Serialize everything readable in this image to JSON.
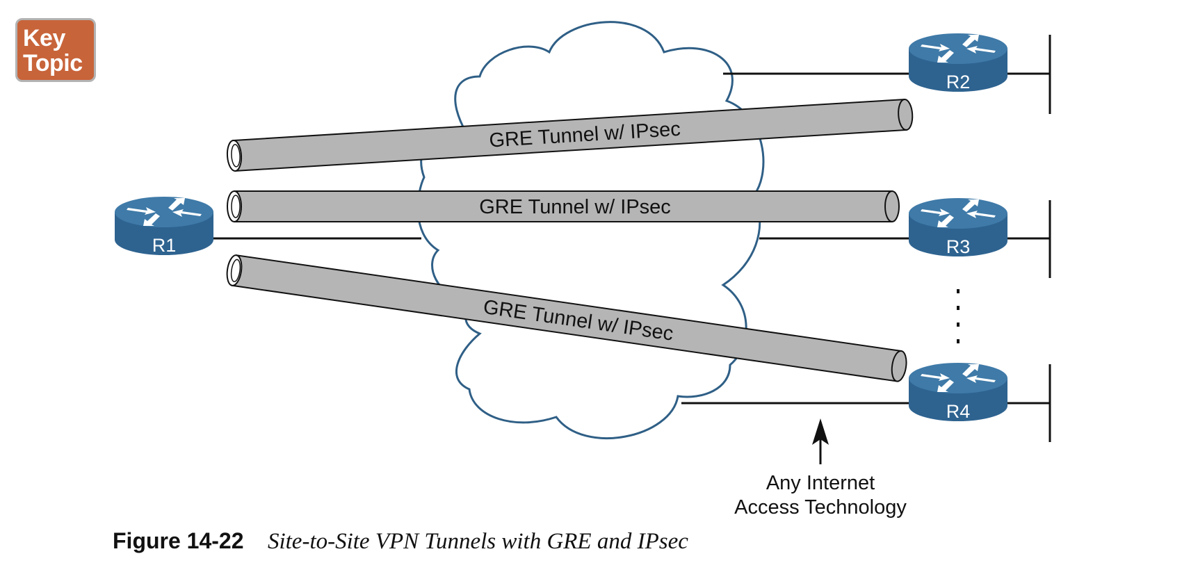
{
  "badge": {
    "line1": "Key",
    "line2": "Topic"
  },
  "routers": {
    "r1": "R1",
    "r2": "R2",
    "r3": "R3",
    "r4": "R4"
  },
  "tunnels": {
    "top": "GRE Tunnel w/ IPsec",
    "middle": "GRE Tunnel w/ IPsec",
    "bottom": "GRE Tunnel w/ IPsec"
  },
  "annotation": {
    "line1": "Any Internet",
    "line2": "Access Technology"
  },
  "caption": {
    "number": "Figure 14-22",
    "title": "Site-to-Site VPN Tunnels with GRE and IPsec"
  },
  "colors": {
    "router": "#2e6390",
    "router_top": "#3f7aa8",
    "cloud_stroke": "#2f5f86",
    "tunnel_fill": "#b5b5b5",
    "badge": "#c8643a"
  }
}
